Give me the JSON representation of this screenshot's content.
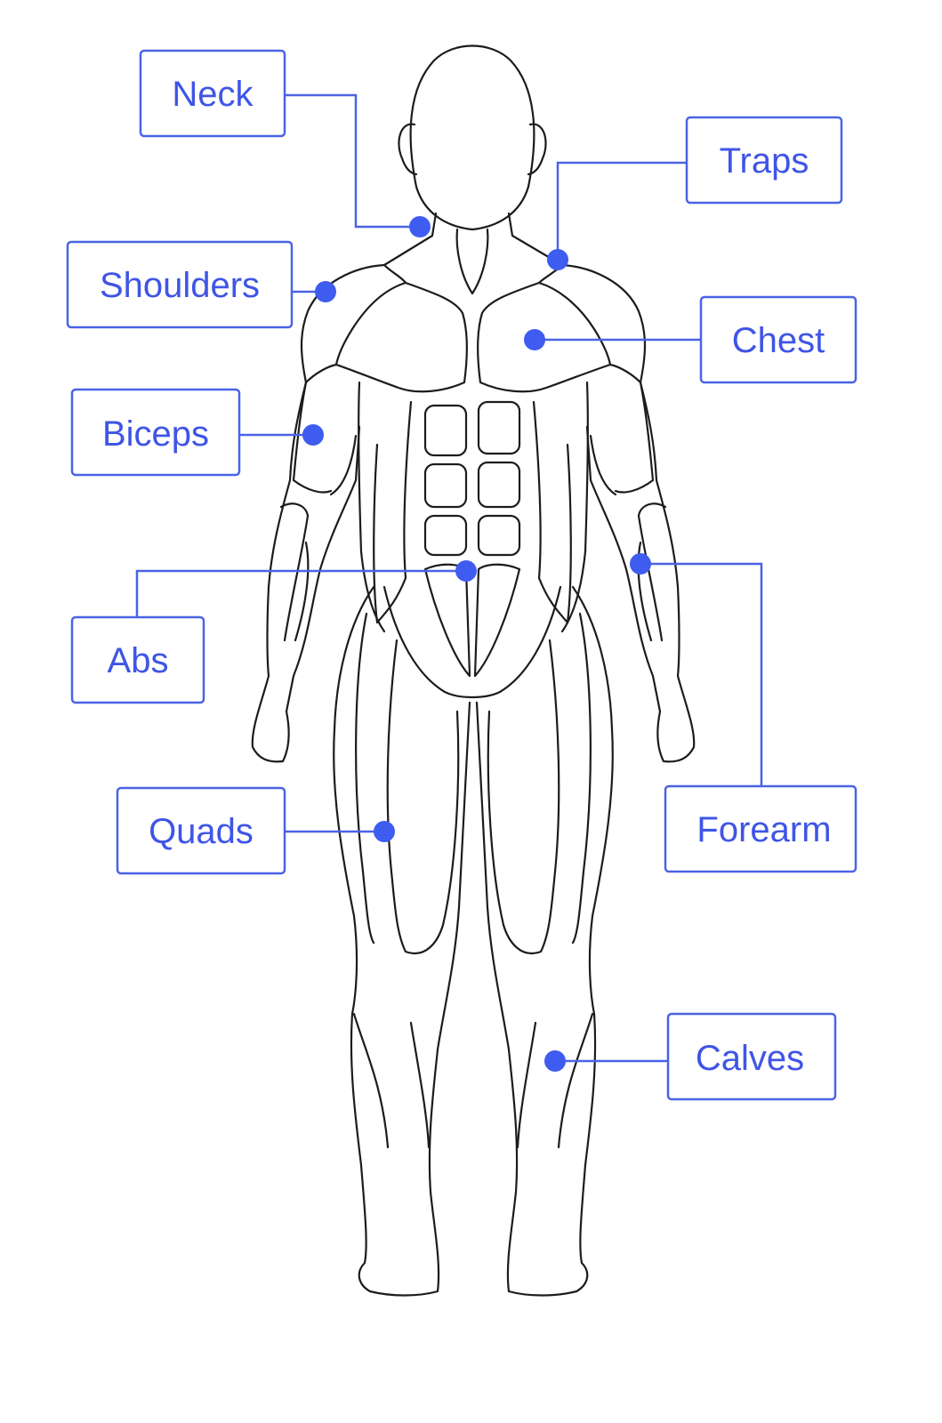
{
  "diagram": {
    "accent_color": "#3f55e6",
    "outline_color": "#1c1c1c",
    "labels": [
      {
        "id": "neck",
        "text": "Neck"
      },
      {
        "id": "traps",
        "text": "Traps"
      },
      {
        "id": "shoulders",
        "text": "Shoulders"
      },
      {
        "id": "chest",
        "text": "Chest"
      },
      {
        "id": "biceps",
        "text": "Biceps"
      },
      {
        "id": "abs",
        "text": "Abs"
      },
      {
        "id": "forearm",
        "text": "Forearm"
      },
      {
        "id": "quads",
        "text": "Quads"
      },
      {
        "id": "calves",
        "text": "Calves"
      }
    ]
  }
}
